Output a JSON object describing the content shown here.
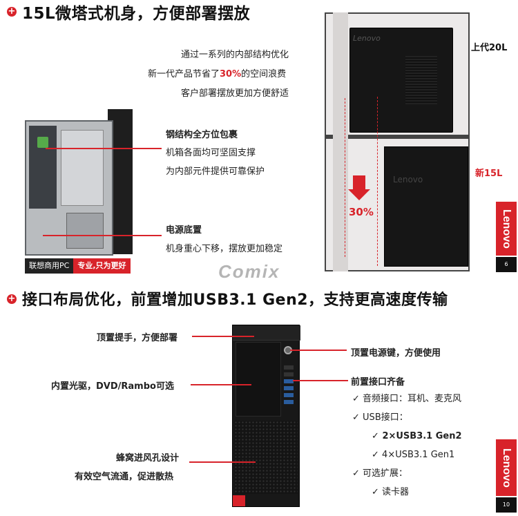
{
  "section1": {
    "bullet": "+",
    "title": "15L微塔式机身，方便部署摆放",
    "intro_line1_prefix": "通过一系列的内部结构优化",
    "intro_line2_prefix": "新一代产品节省了",
    "intro_line2_highlight": "30%",
    "intro_line2_suffix": "的空间浪费",
    "intro_line3": "客户部署摆放更加方便舒适",
    "steel_title": "钢结构全方位包裹",
    "steel_line1": "机箱各面均可坚固支撑",
    "steel_line2": "为内部元件提供可靠保护",
    "power_title": "电源底置",
    "power_line1": "机身重心下移，摆放更加稳定",
    "banner_left": "联想商用PC",
    "banner_right": "专业,只为更好",
    "label_old": "上代20L",
    "label_new": "新15L",
    "saving": "30%",
    "case_brand": "Lenovo",
    "tab_brand": "Lenovo",
    "page_number": "6",
    "watermark": "Comix"
  },
  "section2": {
    "bullet": "+",
    "title": "接口布局优化，前置增加USB3.1 Gen2，支持更高速度传输",
    "left_handle": "顶置提手，方便部署",
    "left_optical": "内置光驱，DVD/Rambo可选",
    "left_vent_title": "蜂窝进风孔设计",
    "left_vent_line": "有效空气流通，促进散热",
    "right_power": "顶置电源键，方便使用",
    "right_ports_title": "前置接口齐备",
    "check_mark": "✓",
    "items": [
      {
        "text": "音频接口：耳机、麦克风",
        "highlight": false,
        "indent": 0
      },
      {
        "text": "USB接口：",
        "highlight": false,
        "indent": 0
      },
      {
        "text": "2×USB3.1 Gen2",
        "highlight": true,
        "indent": 1
      },
      {
        "text": "4×USB3.1 Gen1",
        "highlight": false,
        "indent": 1
      },
      {
        "text": "可选扩展：",
        "highlight": false,
        "indent": 0
      },
      {
        "text": "读卡器",
        "highlight": false,
        "indent": 1
      }
    ],
    "tab_brand": "Lenovo",
    "page_number": "10"
  },
  "colors": {
    "accent": "#d8232a",
    "dark": "#161616"
  }
}
